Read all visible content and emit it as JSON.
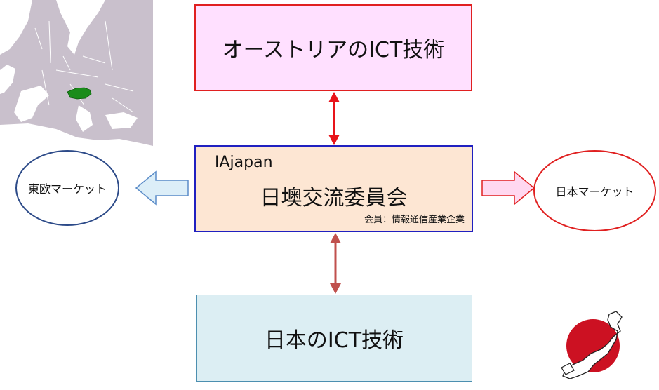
{
  "diagram": {
    "austria_box": {
      "label": "オーストリアのICT技術"
    },
    "committee_box": {
      "org": "IAjapan",
      "title": "日墺交流委員会",
      "members": "会員：情報通信産業企業"
    },
    "japan_box": {
      "label": "日本のICT技術"
    },
    "left_market": {
      "label": "東欧マーケット"
    },
    "right_market": {
      "label": "日本マーケット"
    }
  },
  "colors": {
    "austria_fill": "#ffe0ff",
    "austria_border": "#e02020",
    "committee_fill": "#fde6d3",
    "committee_border": "#2020c0",
    "japan_fill": "#dceef3",
    "japan_border": "#4c8fb0",
    "arrow_top": "#e8141a",
    "arrow_bottom": "#c0504d",
    "left_arrow_fill": "#dceef8",
    "left_arrow_stroke": "#5b8cc8",
    "right_arrow_fill": "#ffd8f0",
    "right_arrow_stroke": "#e02020",
    "map_land": "#c9c0cc",
    "map_sea": "#ffffff",
    "austria_highlight": "#1a8c1a",
    "flag_red": "#cc1122"
  },
  "images": {
    "europe_map": "europe-map-austria-highlighted",
    "japan_flag_map": "japan-flag-with-map-outline"
  }
}
